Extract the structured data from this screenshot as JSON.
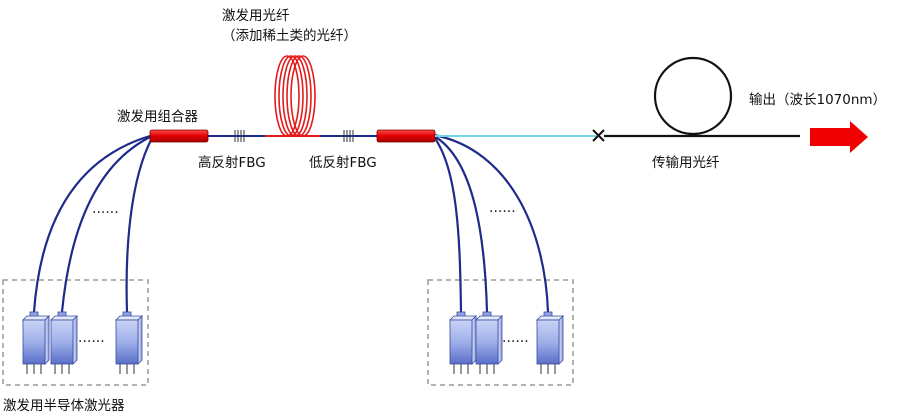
{
  "labels": {
    "doped_fiber": "激发用光纤",
    "doped_fiber_note": "（添加稀土类的光纤）",
    "pump_combiner": "激发用组合器",
    "high_fbg": "高反射FBG",
    "low_fbg": "低反射FBG",
    "output": "输出（波长1070nm）",
    "transmission_fiber": "传输用光纤",
    "pump_lasers": "激发用半导体激光器",
    "ellipsis": "......"
  },
  "colors": {
    "pump_fiber": "#1f2a8a",
    "combiner": "#e00000",
    "doped_fiber": "#e41b1b",
    "output_fiber": "#6fd6e6",
    "output_arrow": "#f00000",
    "laser_box_border": "#9a9a9a"
  },
  "icons": [
    "laser-diode-icon",
    "splice-x-icon",
    "output-arrow-icon",
    "fbg-grating-icon",
    "fiber-coil-icon"
  ]
}
